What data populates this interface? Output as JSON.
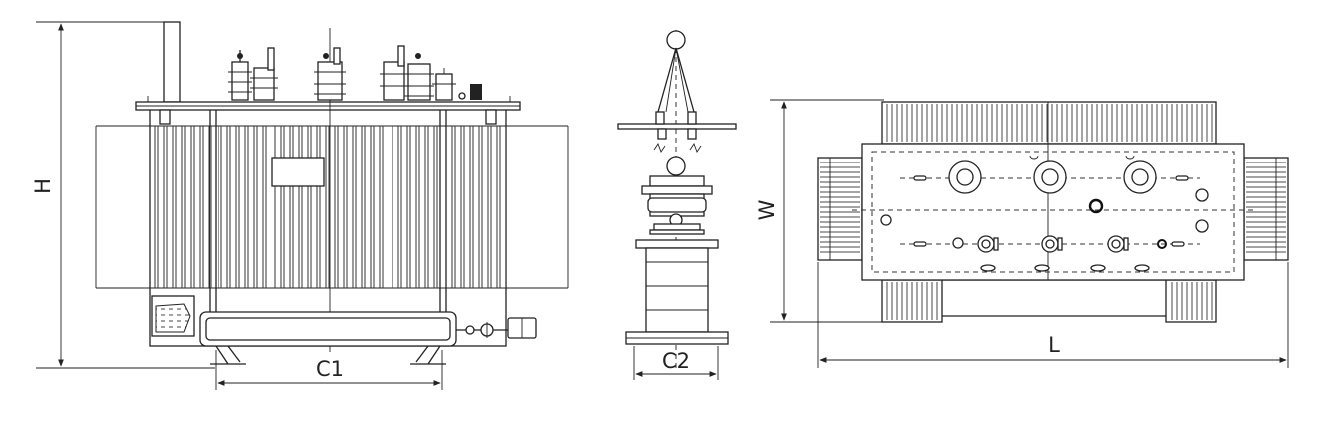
{
  "drawing": {
    "labels": {
      "height": "H",
      "center_distance_1": "C1",
      "center_distance_2": "C2",
      "width": "W",
      "length": "L"
    }
  }
}
